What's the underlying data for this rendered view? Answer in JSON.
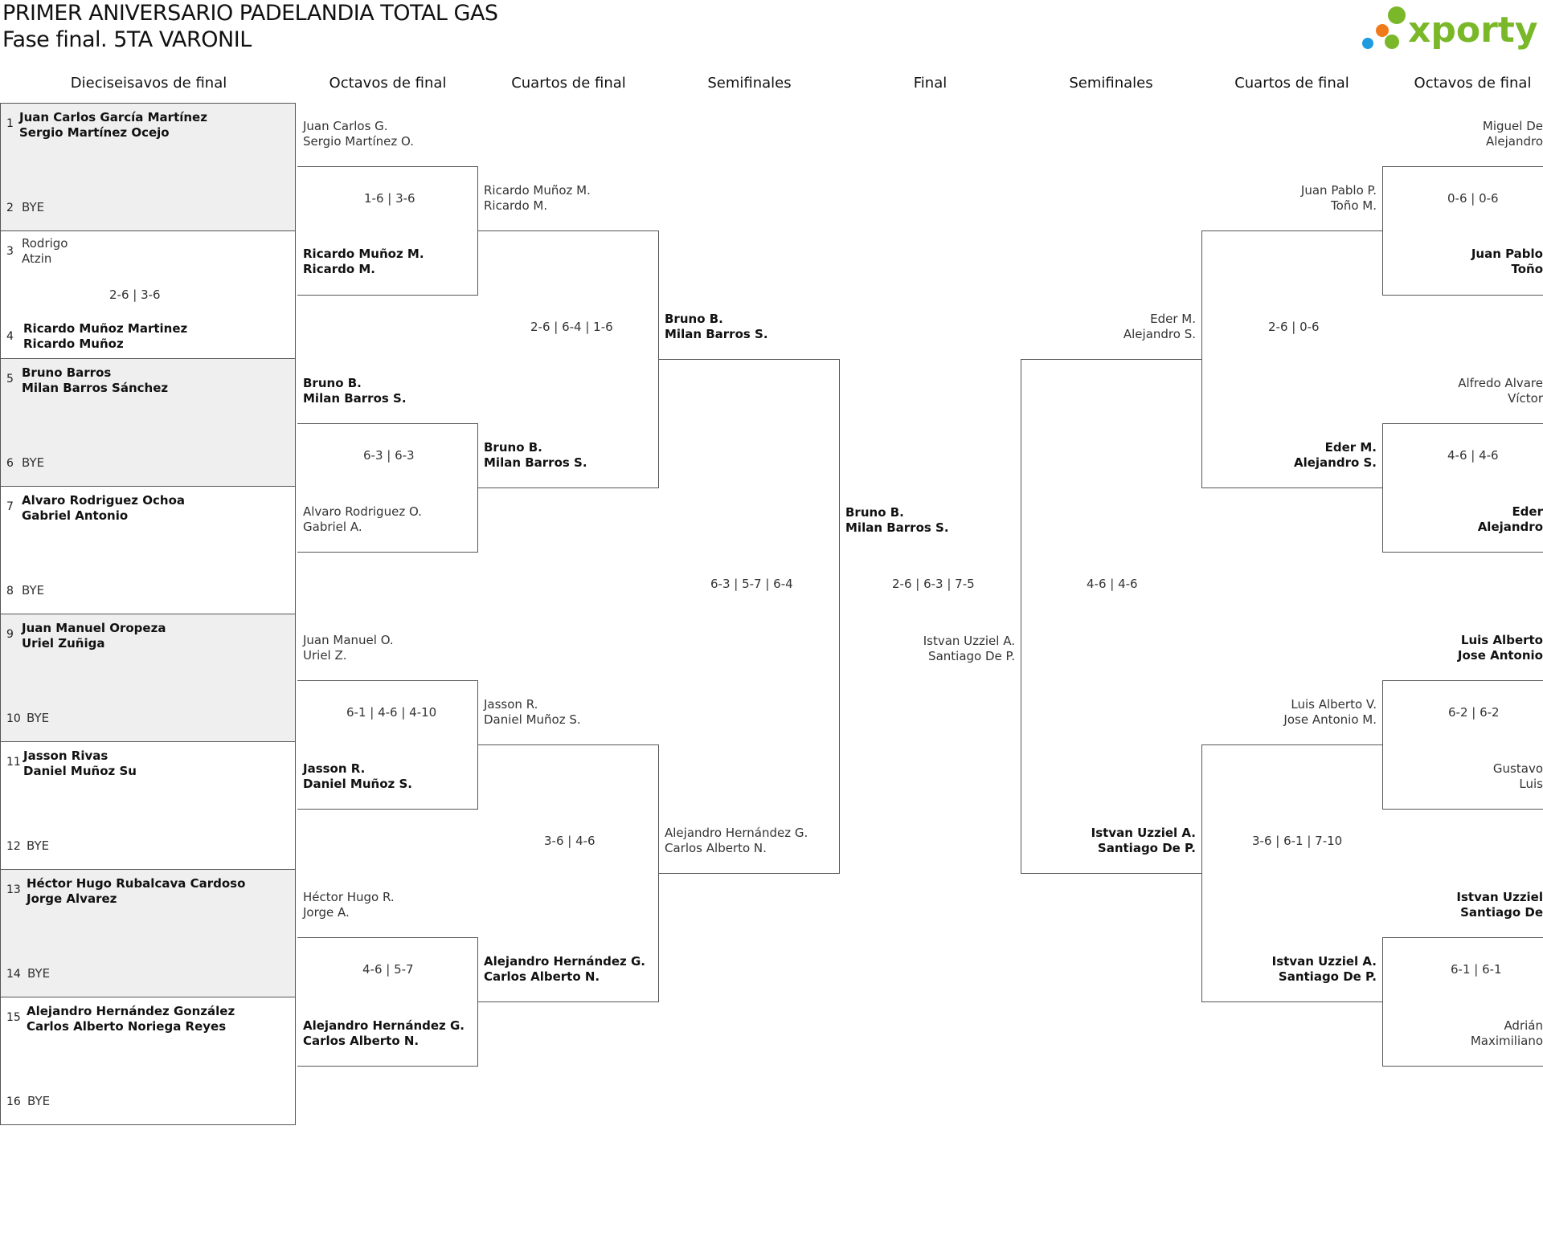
{
  "title": "PRIMER ANIVERSARIO PADELANDIA TOTAL GAS",
  "subtitle": "Fase final. 5TA VARONIL",
  "logo_text": "xporty",
  "colors": {
    "logo_green": "#7ab829",
    "dot_orange": "#f07a1a",
    "dot_blue": "#1e9ce0"
  },
  "round_headers": {
    "r32": "Dieciseisavos de final",
    "r16": "Octavos de final",
    "qf": "Cuartos de final",
    "sf": "Semifinales",
    "final": "Final",
    "sf_r": "Semifinales",
    "qf_r": "Cuartos de final",
    "r16_r": "Octavos de final"
  },
  "seeds": [
    {
      "n": "1",
      "a": "Juan Carlos García Martínez",
      "b": "Sergio Martínez Ocejo"
    },
    {
      "n": "2",
      "a": "BYE"
    },
    {
      "n": "3",
      "a": "Rodrigo",
      "b": "Atzin"
    },
    {
      "n": "4",
      "a": "Ricardo Muñoz Martinez",
      "b": "Ricardo Muñoz"
    },
    {
      "n": "5",
      "a": "Bruno Barros",
      "b": "Milan Barros Sánchez"
    },
    {
      "n": "6",
      "a": "BYE"
    },
    {
      "n": "7",
      "a": "Alvaro Rodriguez Ochoa",
      "b": "Gabriel Antonio"
    },
    {
      "n": "8",
      "a": "BYE"
    },
    {
      "n": "9",
      "a": "Juan Manuel Oropeza",
      "b": "Uriel Zuñiga"
    },
    {
      "n": "10",
      "a": "BYE"
    },
    {
      "n": "11",
      "a": "Jasson Rivas",
      "b": "Daniel Muñoz Su"
    },
    {
      "n": "12",
      "a": "BYE"
    },
    {
      "n": "13",
      "a": "Héctor Hugo Rubalcava Cardoso",
      "b": "Jorge Alvarez"
    },
    {
      "n": "14",
      "a": "BYE"
    },
    {
      "n": "15",
      "a": "Alejandro Hernández González",
      "b": "Carlos Alberto Noriega Reyes"
    },
    {
      "n": "16",
      "a": "BYE"
    }
  ],
  "r32_scores": [
    "2-6 | 3-6"
  ],
  "r16": [
    {
      "top": {
        "a": "Juan Carlos G.",
        "b": "Sergio Martínez O."
      },
      "bot": {
        "a": "Ricardo Muñoz M.",
        "b": "Ricardo M."
      },
      "score": "1-6 | 3-6"
    },
    {
      "top": {
        "a": "Bruno B.",
        "b": "Milan Barros S."
      },
      "bot": {
        "a": "Alvaro Rodriguez O.",
        "b": "Gabriel A."
      },
      "score": "6-3 | 6-3"
    },
    {
      "top": {
        "a": "Juan Manuel O.",
        "b": "Uriel Z."
      },
      "bot": {
        "a": "Jasson R.",
        "b": "Daniel Muñoz S."
      },
      "score": "6-1 | 4-6 | 4-10"
    },
    {
      "top": {
        "a": "Héctor Hugo R.",
        "b": "Jorge A."
      },
      "bot": {
        "a": "Alejandro Hernández G.",
        "b": "Carlos Alberto N."
      },
      "score": "4-6 | 5-7"
    }
  ],
  "qf": [
    {
      "top": {
        "a": "Ricardo Muñoz M.",
        "b": "Ricardo M."
      },
      "bot": {
        "a": "Bruno B.",
        "b": "Milan Barros S."
      },
      "score": "2-6 | 6-4 | 1-6"
    },
    {
      "top": {
        "a": "Jasson R.",
        "b": "Daniel Muñoz S."
      },
      "bot": {
        "a": "Alejandro Hernández G.",
        "b": "Carlos Alberto N."
      },
      "score": "3-6 | 4-6"
    }
  ],
  "sf": {
    "top": {
      "a": "Bruno B.",
      "b": "Milan Barros S."
    },
    "bot": {
      "a": "Alejandro Hernández G.",
      "b": "Carlos Alberto N."
    },
    "score": "6-3 | 5-7 | 6-4"
  },
  "final": {
    "top": {
      "a": "Bruno B.",
      "b": "Milan Barros S."
    },
    "bot": {
      "a": "Istvan Uzziel A.",
      "b": "Santiago De P."
    },
    "score": "2-6 | 6-3 | 7-5"
  },
  "sf_r": {
    "top": {
      "a": "Eder M.",
      "b": "Alejandro S."
    },
    "bot": {
      "a": "Istvan Uzziel A.",
      "b": "Santiago De P."
    },
    "score": "4-6 | 4-6"
  },
  "qf_r": [
    {
      "top": {
        "a": "Juan Pablo P.",
        "b": "Toño M."
      },
      "bot": {
        "a": "Eder M.",
        "b": "Alejandro S."
      },
      "score": "2-6 | 0-6"
    },
    {
      "top": {
        "a": "Luis Alberto V.",
        "b": "Jose Antonio M."
      },
      "bot": {
        "a": "Istvan Uzziel A.",
        "b": "Santiago De P."
      },
      "score": "3-6 | 6-1 | 7-10"
    }
  ],
  "r16_r": [
    {
      "top": {
        "a": "Miguel De",
        "b": "Alejandro"
      },
      "bot": {
        "a": "Juan Pablo",
        "b": "Toño"
      },
      "score": "0-6 | 0-6"
    },
    {
      "top": {
        "a": "Alfredo Alvare",
        "b": "Víctor"
      },
      "bot": {
        "a": "Eder",
        "b": "Alejandro"
      },
      "score": "4-6 | 4-6"
    },
    {
      "top": {
        "a": "Luis Alberto",
        "b": "Jose Antonio"
      },
      "bot": {
        "a": "Gustavo",
        "b": "Luis"
      },
      "score": "6-2 | 6-2"
    },
    {
      "top": {
        "a": "Istvan Uzziel",
        "b": "Santiago De"
      },
      "bot": {
        "a": "Adrián",
        "b": "Maximiliano"
      },
      "score": "6-1 | 6-1"
    }
  ]
}
